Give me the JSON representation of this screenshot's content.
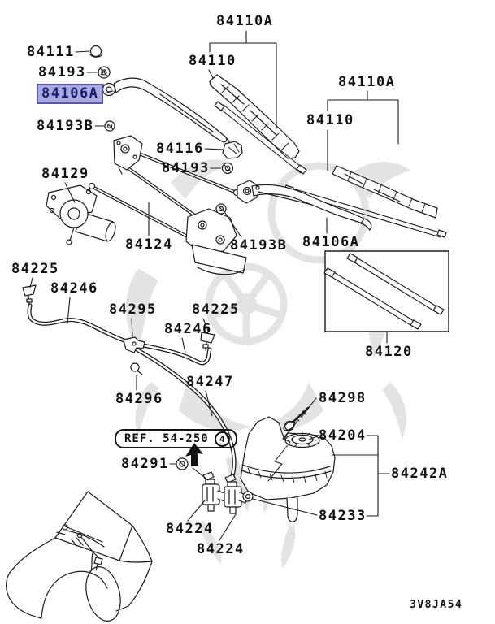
{
  "diagram_code": "3V8JA54",
  "ref_note": {
    "label": "REF. 54-250",
    "circled_number": "4"
  },
  "highlighted_part": "84106A",
  "colors": {
    "line": "#1a1a1a",
    "highlight_bg": "#abaade",
    "highlight_border": "#5757b2",
    "highlight_text": "#1a1a72",
    "watermark": "#c9c9c9"
  },
  "icons": {
    "direction_arrow": "up-arrow"
  },
  "labels": {
    "p84111": "84111",
    "p84193": "84193",
    "p84106A": "84106A",
    "p84193B": "84193B",
    "p84110A": "84110A",
    "p84110": "84110",
    "p84116": "84116",
    "p84129": "84129",
    "p84124": "84124",
    "p84120": "84120",
    "p84225": "84225",
    "p84246": "84246",
    "p84295": "84295",
    "p84296": "84296",
    "p84247": "84247",
    "p84291": "84291",
    "p84298": "84298",
    "p84204": "84204",
    "p84242A": "84242A",
    "p84233": "84233",
    "p84224": "84224"
  }
}
